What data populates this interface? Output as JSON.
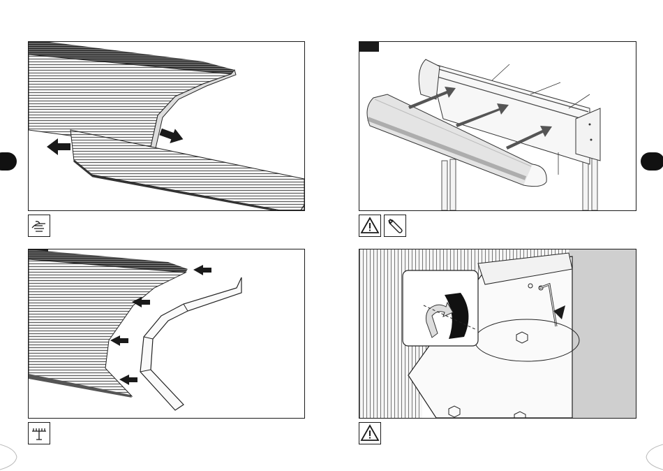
{
  "steps": [
    {
      "id": "step-a",
      "number": "",
      "icons": [
        "hand-icon"
      ]
    },
    {
      "id": "step-b",
      "number": "",
      "icons": [
        "warning-icon",
        "wrench-icon"
      ]
    },
    {
      "id": "step-c",
      "number": "",
      "icons": [
        "rake-icon"
      ]
    },
    {
      "id": "step-d",
      "number": "",
      "icons": [
        "warning-icon"
      ]
    }
  ],
  "colors": {
    "ink": "#1a1a1a",
    "tab": "#111111",
    "shade": "#c8c8c8"
  }
}
